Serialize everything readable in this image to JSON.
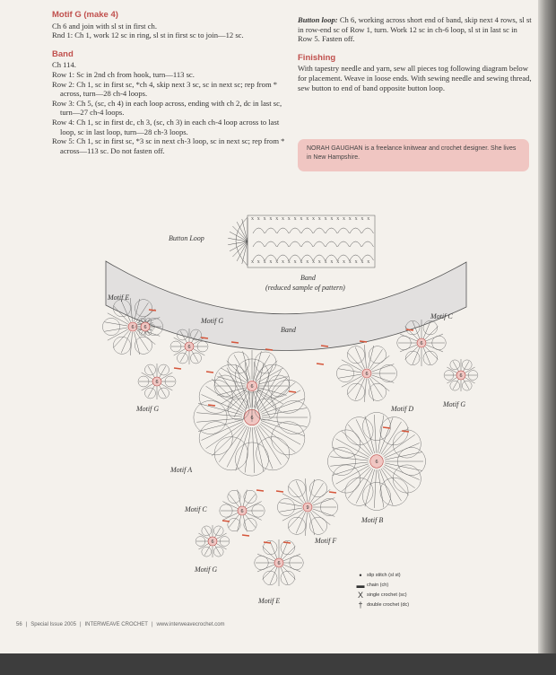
{
  "motif_g": {
    "heading": "Motif G (make 4)",
    "lines": [
      "Ch 6 and join with sl st in first ch.",
      "Rnd 1: Ch 1, work 12 sc in ring, sl st in first sc to join—12 sc."
    ]
  },
  "band": {
    "heading": "Band",
    "lines": [
      "Ch 114.",
      "Row 1: Sc in 2nd ch from hook, turn—113 sc.",
      "Row 2: Ch 1, sc in first sc, *ch 4, skip next 3 sc, sc in next sc; rep from * across, turn—28 ch-4 loops.",
      "Row 3: Ch 5, (sc, ch 4) in each loop across, ending with ch 2, dc in last sc, turn—27 ch-4 loops.",
      "Row 4: Ch 1, sc in first dc, ch 3, (sc, ch 3) in each ch-4 loop across to last loop, sc in last loop, turn—28 ch-3 loops.",
      "Row 5: Ch 1, sc in first sc, *3 sc in next ch-3 loop, sc in next sc; rep from * across—113 sc. Do not fasten off."
    ]
  },
  "button_loop": {
    "label": "Button loop:",
    "text": "Ch 6, working across short end of band, skip next 4 rows, sl st in row-end sc of Row 1, turn. Work 12 sc in ch-6 loop, sl st in last sc in Row 5. Fasten off."
  },
  "finishing": {
    "heading": "Finishing",
    "text": "With tapestry needle and yarn, sew all pieces tog following diagram below for placement. Weave in loose ends. With sewing needle and sewing thread, sew button to end of band opposite button loop."
  },
  "bio": "NORAH GAUGHAN is a freelance knitwear and crochet designer. She lives in New Hampshire.",
  "diagram": {
    "button_loop_label": "Button Loop",
    "band_sample_label": "Band",
    "band_sample_note": "(reduced sample of pattern)",
    "band_label": "Band",
    "motif_labels": [
      "Motif E",
      "Motif G",
      "Motif C",
      "Motif G",
      "Motif G",
      "Motif D",
      "Motif A",
      "Motif C",
      "Motif B",
      "Motif F",
      "Motif G",
      "Motif E"
    ],
    "center_numbers": [
      "6",
      "6",
      "6",
      "6",
      "6",
      "6",
      "6",
      "6",
      "6",
      "9",
      "6",
      "6",
      "6",
      "6"
    ]
  },
  "legend": [
    {
      "symbol": "•",
      "label": "slip stitch (sl st)"
    },
    {
      "symbol": "▬",
      "label": "chain (ch)"
    },
    {
      "symbol": "X",
      "label": "single crochet (sc)"
    },
    {
      "symbol": "†",
      "label": "double crochet (dc)"
    }
  ],
  "footer": {
    "page": "56",
    "issue": "Special Issue 2005",
    "magazine": "INTERWEAVE CROCHET",
    "url": "www.interweavecrochet.com"
  },
  "colors": {
    "heading": "#c0504d",
    "bio_bg": "#f0c6c2",
    "band_fill": "#e2e0df"
  }
}
